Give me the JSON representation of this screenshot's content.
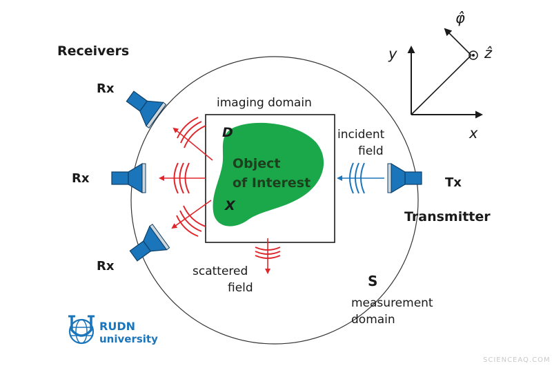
{
  "labels": {
    "receivers": "Receivers",
    "rx_top": "Rx",
    "rx_mid": "Rx",
    "rx_bot": "Rx",
    "imaging_domain": "imaging domain",
    "domain_symbol": "D",
    "object_line1": "Object",
    "object_line2": "of Interest",
    "object_symbol": "X",
    "incident_line1": "incident",
    "incident_line2": "field",
    "tx": "Tx",
    "transmitter": "Transmitter",
    "scattered_line1": "scattered",
    "scattered_line2": "field",
    "measurement_symbol": "S",
    "measurement_line1": "measurement",
    "measurement_line2": "domain"
  },
  "axes": {
    "x": "x",
    "y": "y",
    "z": "ẑ",
    "phi": "φ̂"
  },
  "logo": {
    "line1": "RUDN",
    "line2": "university"
  },
  "watermark": "SCIENCEAQ.COM",
  "colors": {
    "antenna_blue": "#1b75bb",
    "scattered_red": "#e0262b",
    "incident_blue": "#1b75bb",
    "object_green": "#1aa84a"
  }
}
